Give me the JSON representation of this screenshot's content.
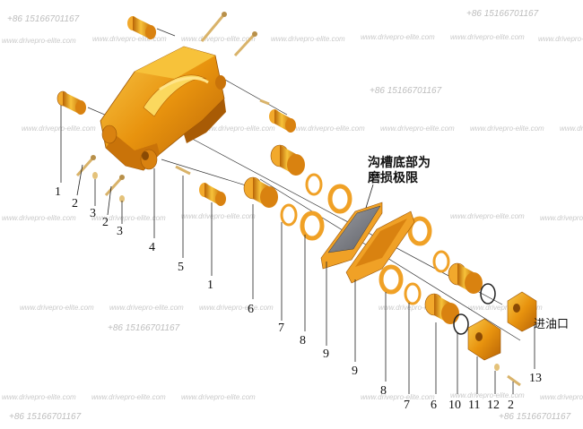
{
  "watermark": {
    "site": "www.drivepro-elite.com",
    "phone": "+86 15166701167"
  },
  "annotation": {
    "line1": "沟槽底部为",
    "line2": "磨损极限",
    "inlet": "进油口"
  },
  "part_numbers": [
    "1",
    "2",
    "3",
    "2",
    "3",
    "4",
    "5",
    "1",
    "6",
    "7",
    "8",
    "9",
    "9",
    "8",
    "7",
    "6",
    "10",
    "11",
    "12",
    "2",
    "13"
  ],
  "colors": {
    "body": "#e8930e",
    "body_dark": "#b86406",
    "body_light": "#f7c23a",
    "ring": "#f0a126",
    "pad": "#7d7f86",
    "bolt": "#d9b36a"
  },
  "icons": [
    "caliper-body-icon",
    "pin-icon",
    "bolt-icon",
    "washer-icon",
    "piston-icon",
    "seal-ring-icon",
    "brake-pad-icon",
    "back-plate-icon",
    "cylinder-block-icon"
  ]
}
